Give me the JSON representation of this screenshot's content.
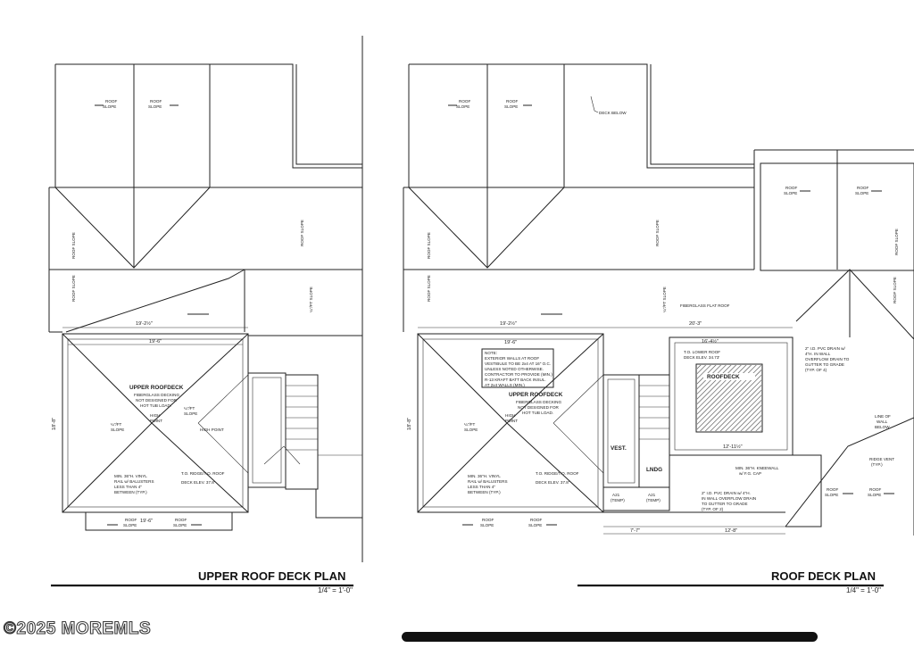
{
  "drawings": {
    "left": {
      "title": "UPPER ROOF DECK PLAN",
      "scale": "1/4\" = 1'-0\"",
      "deck_label": "UPPER ROOFDECK",
      "deck_note": [
        "FIBERGLASS DECKING",
        "NOT DESIGNED FOR",
        "HOT TUB LOAD."
      ],
      "high_point": "HIGH POINT",
      "ridge_note": [
        "T.O. RIDGE/T.O. ROOF",
        "DECK ELEV. 37.8'"
      ],
      "rail_note": [
        "MIN. 36\"H. VINYL",
        "RAIL w/ BALUSTERS",
        "LESS THAN 4\"",
        "BETWEEN (TYP.)"
      ],
      "dim_top_outer": "19'-2½\"",
      "dim_top_inner": "19'-6\"",
      "dim_bottom": "19'-6\"",
      "dim_left": "18'-8\""
    },
    "right": {
      "title": "ROOF DECK PLAN",
      "scale": "1/4\" = 1'-0\"",
      "deck_label": "UPPER ROOFDECK",
      "roofdeck_label": "ROOFDECK",
      "deck_below": "DECK BELOW",
      "fiberglass_flat_roof": "FIBERGLASS FLAT ROOF",
      "lower_roof_note": [
        "T.O. LOWER ROOF",
        "DECK ELEV. 34.73'"
      ],
      "pvc_drain_note": [
        "2\" I.D. PVC DRAIN w/",
        "4\"H. IN WALL",
        "OVERFLOW DRAIN TO",
        "GUTTER TO GRADE",
        "(TYP. OF 4)"
      ],
      "pvc_drain_note_2": [
        "2\" I.D. PVC DRAIN w/ 4\"H.",
        "IN WALL OVERFLOW DRAIN",
        "TO GUTTER TO GRADE",
        "(TYP. OF 2)"
      ],
      "line_of_wall_below": [
        "LINE OF",
        "WALL",
        "BELOW"
      ],
      "ridge_vent": [
        "RIDGE VENT",
        "(TYP.)"
      ],
      "kneewall_note": [
        "MIN. 36\"H. KNEEWALL",
        "w/ F.G. CAP"
      ],
      "exterior_note": [
        "NOTE:",
        "EXTERIOR WALLS AT ROOF",
        "VESTIBULE TO BE 2x4 AT 16\" O.C.",
        "UNLESS NOTED OTHERWISE.",
        "CONTRACTOR TO PROVIDE (MIN.)",
        "R-13 KRAFT BATT BACK INSUL.",
        "AT 2x4 WALLS (MIN.)"
      ],
      "vest_label": "VEST.",
      "lndg_label": "LNDG",
      "temp": "A21\n(TEMP)",
      "dim_top_outer": "19'-2½\"",
      "dim_top_inner": "19'-6\"",
      "dim_right_top": "20'-3\"",
      "dim_mid": "16'-4½\"",
      "dim_bottom_right": "12'-8\"",
      "dim_bottom_mid": "7'-7\"",
      "dim_left": "18'-8\"",
      "dim_12_11": "12'-11½\""
    }
  },
  "common": {
    "roof_slope": "ROOF\nSLOPE",
    "slope_14": "¼\"/FT\nSLOPE"
  },
  "watermark": "©2025 MOREMLS"
}
